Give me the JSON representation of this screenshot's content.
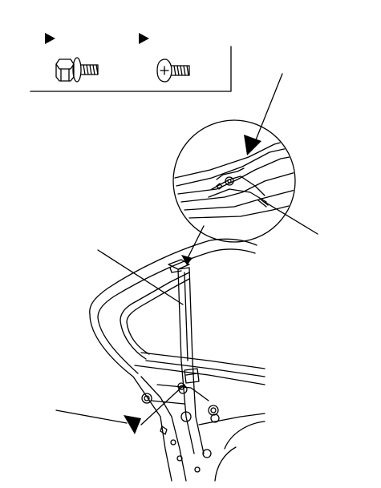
{
  "diagram": {
    "legend": {
      "items": [
        {
          "icon": "flange-bolt-icon",
          "marker": "arrowhead-small"
        },
        {
          "icon": "screw-icon",
          "marker": "arrowhead-small"
        }
      ]
    },
    "parts": [
      {
        "name": "door-glass-run-channel"
      },
      {
        "name": "screw"
      },
      {
        "name": "flange-bolt"
      }
    ],
    "colors": {
      "line": "#000000",
      "background": "#ffffff"
    }
  }
}
